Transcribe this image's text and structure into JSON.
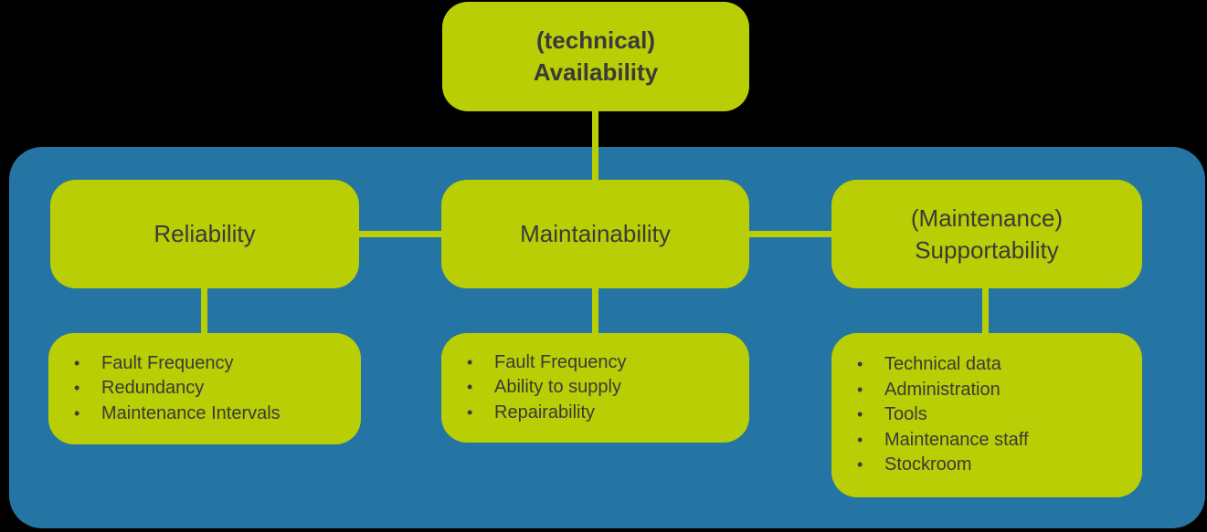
{
  "colors": {
    "green": "#b9ce04",
    "blue": "#2475a3",
    "text": "#3a3a3a",
    "background": "#000000"
  },
  "bullet_char": "•",
  "root": {
    "title_line1": "(technical)",
    "title_line2": "Availability"
  },
  "branches": [
    {
      "title_line1": "Reliability",
      "title_line2": "",
      "items": [
        "Fault Frequency",
        "Redundancy",
        "Maintenance Intervals"
      ]
    },
    {
      "title_line1": "Maintainability",
      "title_line2": "",
      "items": [
        "Fault Frequency",
        "Ability to supply",
        "Repairability"
      ]
    },
    {
      "title_line1": "(Maintenance)",
      "title_line2": "Supportability",
      "items": [
        "Technical data",
        "Administration",
        "Tools",
        "Maintenance staff",
        "Stockroom"
      ]
    }
  ]
}
